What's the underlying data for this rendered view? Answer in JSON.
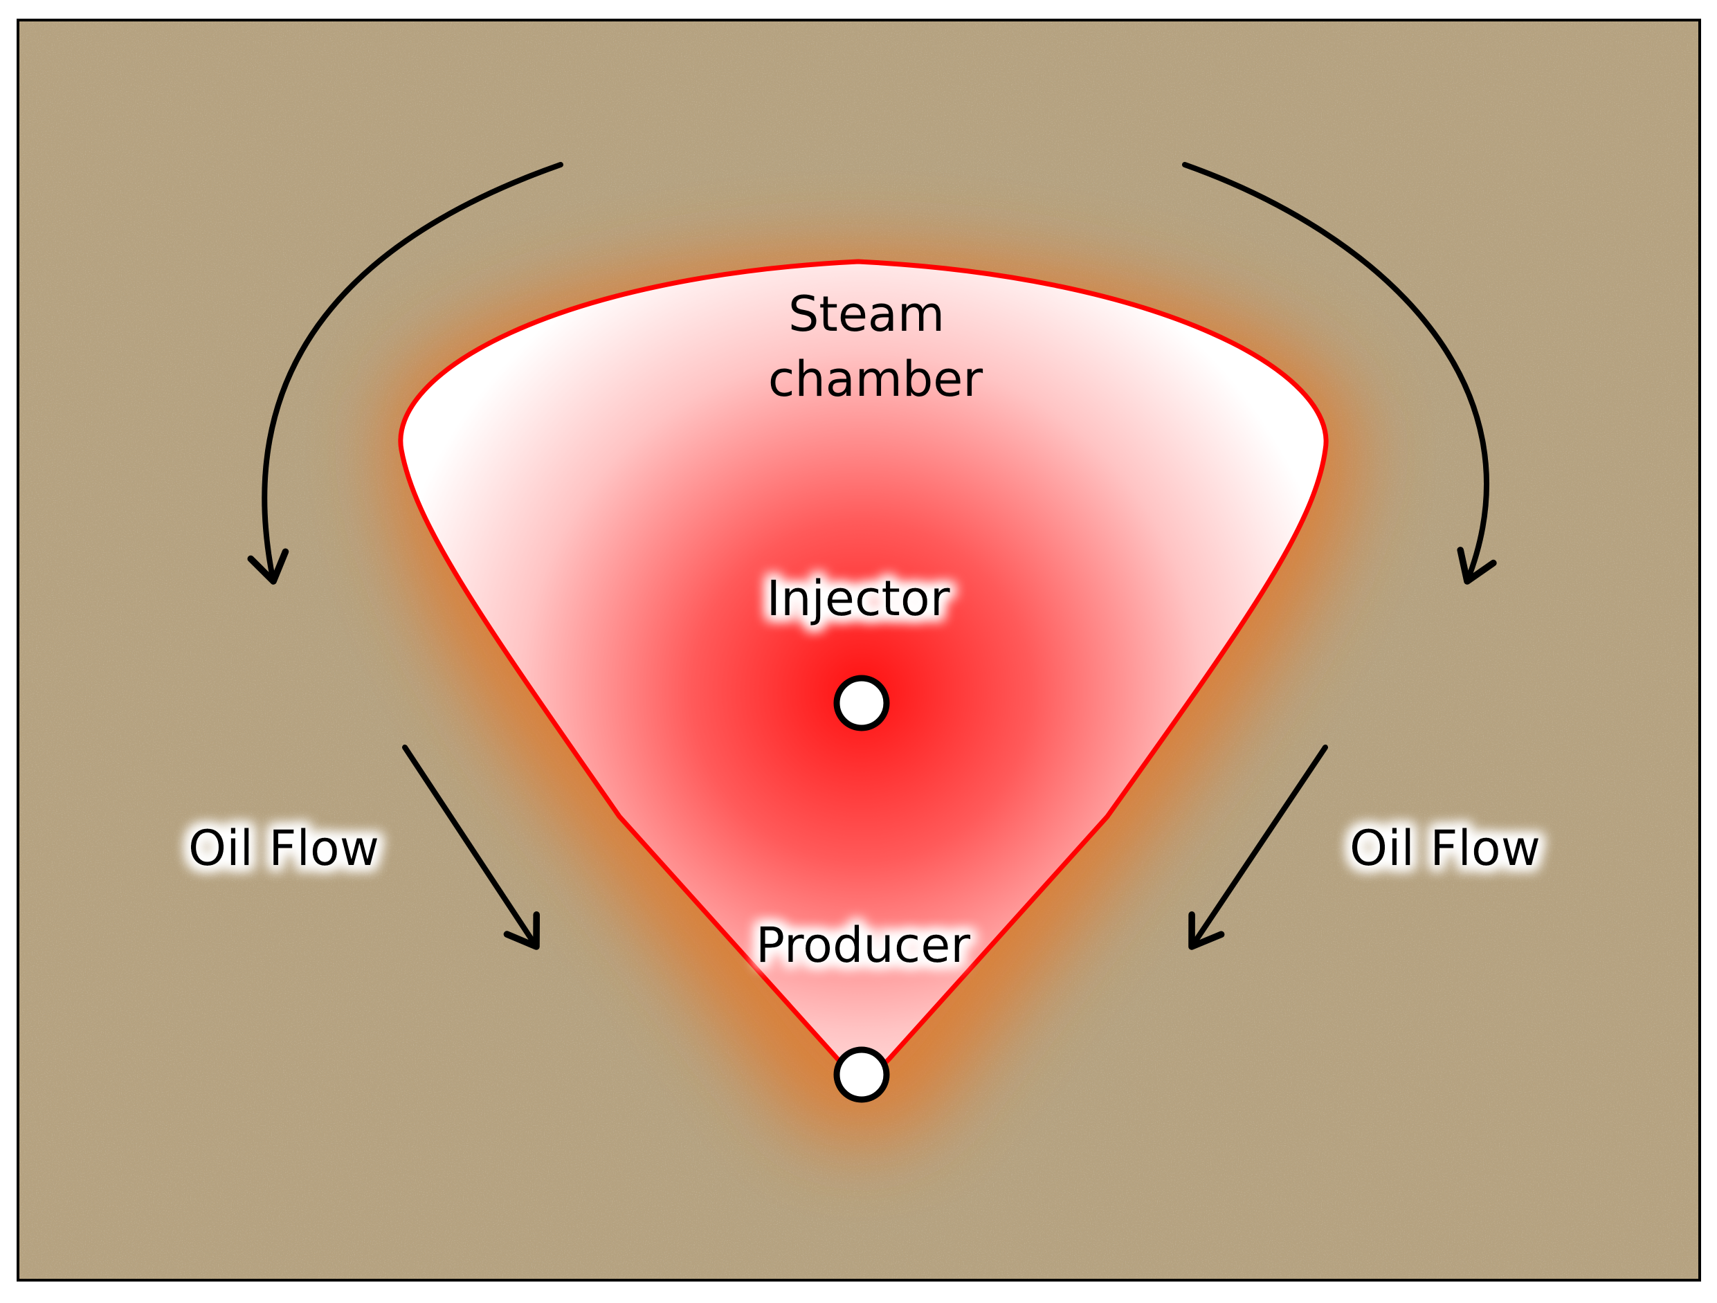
{
  "labels": {
    "steam_chamber_line1": "Steam",
    "steam_chamber_line2": "chamber",
    "injector": "Injector",
    "producer": "Producer",
    "oil_flow_left": "Oil Flow",
    "oil_flow_right": "Oil Flow"
  },
  "colors": {
    "sand": "#b6a27f",
    "halo": "#e07a2e",
    "chamber_outline": "#ff0000",
    "chamber_core": "#ff1010",
    "chamber_edge": "#ffffff",
    "arrows": "#000000",
    "well_fill": "#ffffff",
    "frame": "#000000"
  },
  "icons": {
    "injector_marker": "circle-well-icon",
    "producer_marker": "circle-well-icon",
    "flow_arrows": "arrow-icon"
  }
}
